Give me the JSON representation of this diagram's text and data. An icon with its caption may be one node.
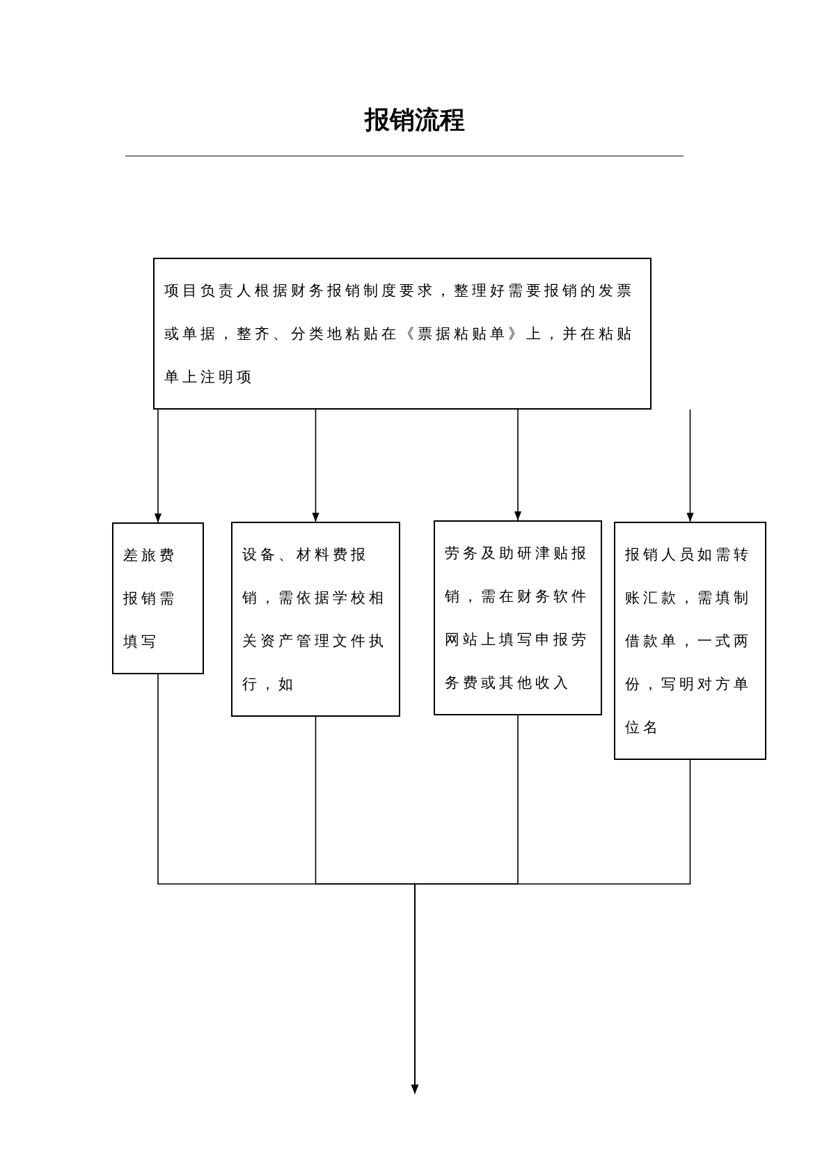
{
  "diagram": {
    "title": "报销流程",
    "nodes": [
      {
        "text": [
          "项目负责人根据财务报销制度要求，整理好需要报销的发票或单据，整齐、分类地粘贴在《票据粘贴单》上，并在粘贴单上注明项"
        ]
      },
      {
        "text": [
          "差旅费报销需填写"
        ]
      },
      {
        "text": [
          "设备、材料费报销，需依据学校相关资产管理文件执行，如"
        ]
      },
      {
        "text": [
          "劳务及助研津贴报销，需在财务软件网站上填写申报劳务费或其他收入"
        ]
      },
      {
        "text": [
          "报销人员如需转账汇款，需填制借款单，一式两份，写明对方单位名"
        ]
      }
    ],
    "edges": [
      {
        "from": 0,
        "to": 1,
        "arrow": "to"
      },
      {
        "from": 0,
        "to": 2,
        "arrow": "to"
      },
      {
        "from": 0,
        "to": 3,
        "arrow": "to"
      },
      {
        "from": 0,
        "to": 4,
        "arrow": "to"
      },
      {
        "from": 1,
        "to": null,
        "arrow": "to"
      },
      {
        "from": 2,
        "to": null,
        "arrow": "to"
      },
      {
        "from": 3,
        "to": null,
        "arrow": "to"
      },
      {
        "from": 4,
        "to": null,
        "arrow": "to"
      }
    ]
  }
}
